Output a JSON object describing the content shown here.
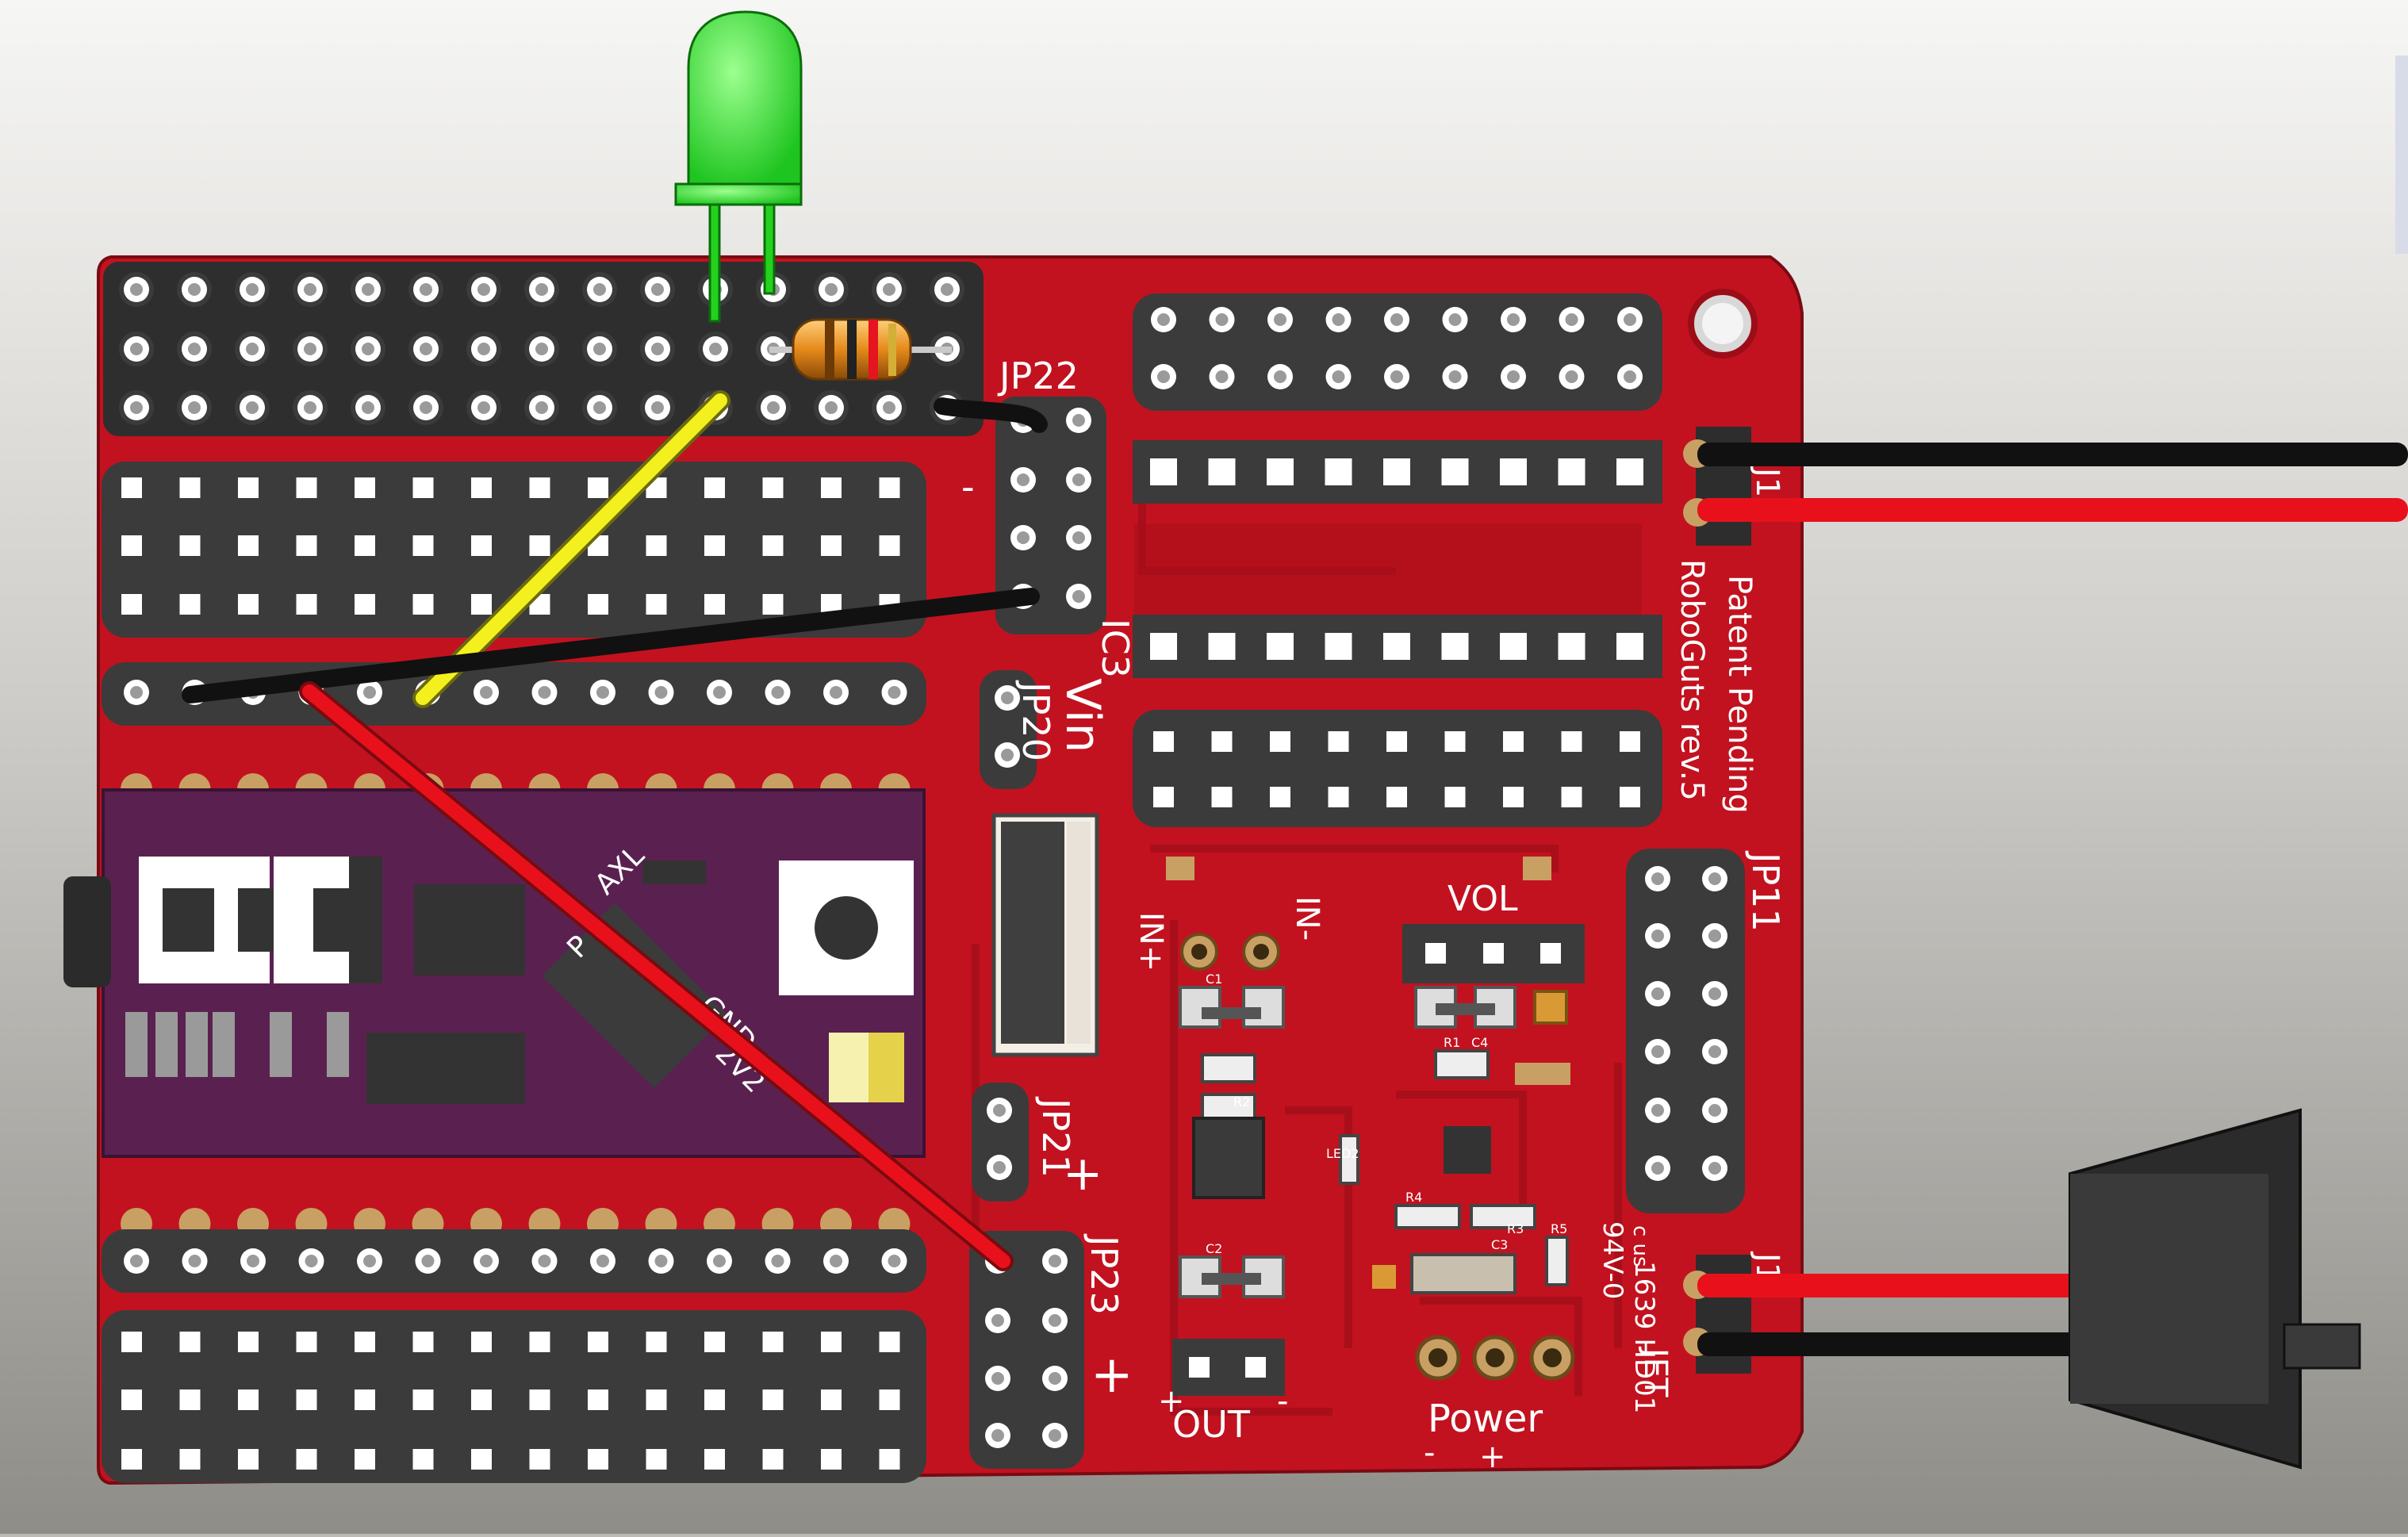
{
  "board": {
    "name": "RoboGuts rev.5",
    "patent": "Patent Pending",
    "cert": "94V-0",
    "brand": "JET",
    "code": "1639 HD01",
    "ul": "c us"
  },
  "labels": {
    "jp22": "JP22",
    "jp20": "JP20",
    "jp21": "JP21",
    "jp23": "JP23",
    "jp11": "JP11",
    "jp1a": "J1",
    "jp1b": "J1",
    "ic3": "IC3",
    "vin": "Vin",
    "vol": "VOL",
    "in_plus": "IN+",
    "in_minus": "IN-",
    "out": "OUT",
    "out_plus": "+",
    "out_minus": "-",
    "power": "Power",
    "power_minus": "-",
    "power_plus": "+",
    "plus_jp21": "+",
    "plus_jp23": "+",
    "minus_jp22": "-",
    "c1": "C1",
    "c2": "C2",
    "c3": "C3",
    "c4": "C4",
    "r1": "R1",
    "r2": "R2",
    "r3": "R3",
    "r4": "R4",
    "r5": "R5",
    "led2": "LED2",
    "module_text1": "AXL",
    "module_text2": "P",
    "module_text3": "GND",
    "module_text4": "2V2"
  },
  "colors": {
    "pcb": "#c2121f",
    "pcb_dark": "#9c0d17",
    "module": "#5a2150",
    "header": "#3b3b3b",
    "wire_red": "#e8111b",
    "wire_black": "#111111",
    "wire_yellow": "#f3f01e",
    "led_green": "#27e12a"
  },
  "icons": {
    "led": "led-icon",
    "resistor": "resistor-icon",
    "switch": "slide-switch-icon",
    "jack": "audio-jack-icon"
  }
}
